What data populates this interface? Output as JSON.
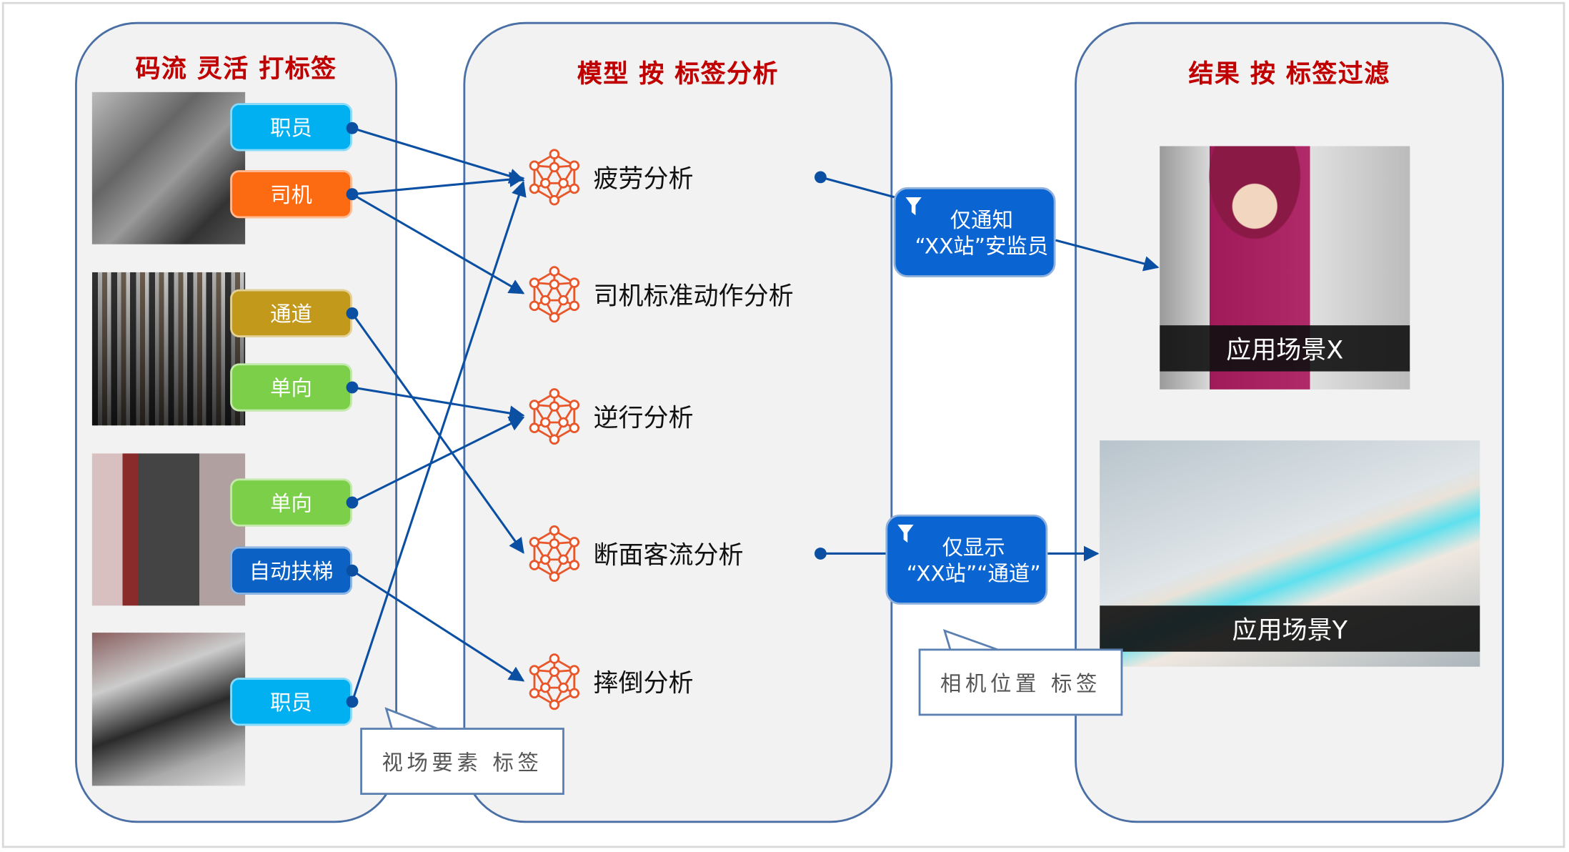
{
  "columns": [
    {
      "title": "码流 灵活 打标签"
    },
    {
      "title": "模型 按 标签分析"
    },
    {
      "title": "结果 按 标签过滤"
    }
  ],
  "tags": [
    {
      "label": "职员",
      "color": "#00b0f0"
    },
    {
      "label": "司机",
      "color": "#fc6a12"
    },
    {
      "label": "通道",
      "color": "#c2991b"
    },
    {
      "label": "单向",
      "color": "#7ccf48"
    },
    {
      "label": "单向",
      "color": "#7ccf48"
    },
    {
      "label": "自动扶梯",
      "color": "#0b62c4"
    },
    {
      "label": "职员",
      "color": "#00b0f0"
    }
  ],
  "models": [
    {
      "label": "疲劳分析"
    },
    {
      "label": "司机标准动作分析"
    },
    {
      "label": "逆行分析"
    },
    {
      "label": "断面客流分析"
    },
    {
      "label": "摔倒分析"
    }
  ],
  "filters": [
    {
      "line1": "仅通知",
      "line2": "“XX站”安监员",
      "icon": "filter-icon"
    },
    {
      "line1": "仅显示",
      "line2": "“XX站”“通道”",
      "icon": "filter-icon"
    }
  ],
  "scenes": [
    {
      "caption": "应用场景X"
    },
    {
      "caption": "应用场景Y"
    }
  ],
  "callouts": {
    "view_tag": "视场要素 标签",
    "camera_tag": "相机位置 标签"
  },
  "colors": {
    "title": "#c00000",
    "line": "#0b4fa3",
    "panel_border": "#4a6fa5",
    "model_icon": "#e8562a"
  }
}
